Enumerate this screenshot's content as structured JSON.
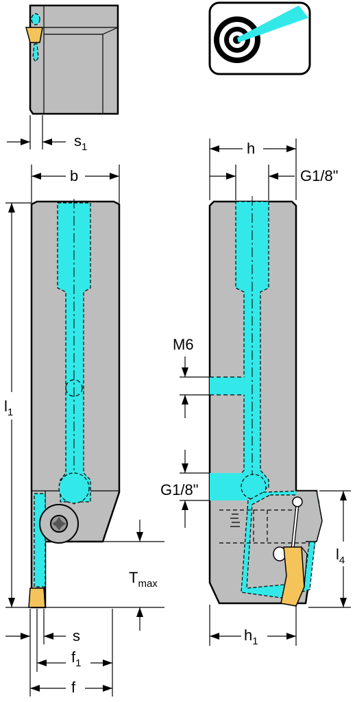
{
  "labels": {
    "s_main_1": "s",
    "sub_1a": "1",
    "b": "b",
    "l_main_1": "l",
    "sub_1b": "1",
    "t_main": "T",
    "t_sub": "max",
    "s": "s",
    "f_main_1": "f",
    "sub_1c": "1",
    "f": "f",
    "h": "h",
    "g18_top": "G1/8\"",
    "m6": "M6",
    "g18_side": "G1/8\"",
    "l_main_4": "l",
    "sub_4": "4",
    "h_main_1": "h",
    "sub_1d": "1"
  },
  "colors": {
    "body": "#bdbdbd",
    "coolant": "#33e8e8",
    "insert": "#f4c35a"
  },
  "icons": [
    "coolant-target-icon"
  ]
}
